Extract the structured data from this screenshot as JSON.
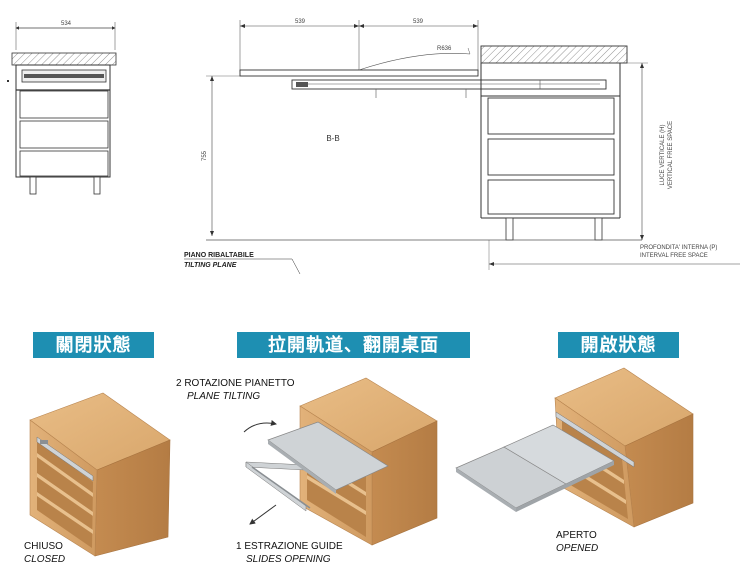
{
  "technical_drawing": {
    "front_view": {
      "width_dim": "534"
    },
    "section_view": {
      "section_label": "B-B",
      "shelf_dim_left": "539",
      "shelf_dim_right": "539",
      "radius_label": "R636",
      "height_dim": "755",
      "tilting_plane_label_it": "PIANO RIBALTABILE",
      "tilting_plane_label_en": "TILTING PLANE",
      "vertical_space_label_it": "LUCE VERTICALE (H)",
      "vertical_space_label_en": "VERTICAL FREE SPACE",
      "depth_label_it": "PROFONDITA' INTERNA (P)",
      "depth_label_en": "INTERVAL FREE SPACE"
    }
  },
  "stages": [
    {
      "title": "關閉狀態",
      "caption_it": "CHIUSO",
      "caption_en": "CLOSED"
    },
    {
      "title": "拉開軌道、翻開桌面",
      "step1_it": "1 ESTRAZIONE GUIDE",
      "step1_en": "SLIDES OPENING",
      "step2_it": "2 ROTAZIONE PIANETTO",
      "step2_en": "PLANE TILTING"
    },
    {
      "title": "開啟狀態",
      "caption_it": "APERTO",
      "caption_en": "OPENED"
    }
  ],
  "colors": {
    "badge": "#1e8fb2",
    "wood": "#d9a66c",
    "panel": "#cfd3d6"
  }
}
